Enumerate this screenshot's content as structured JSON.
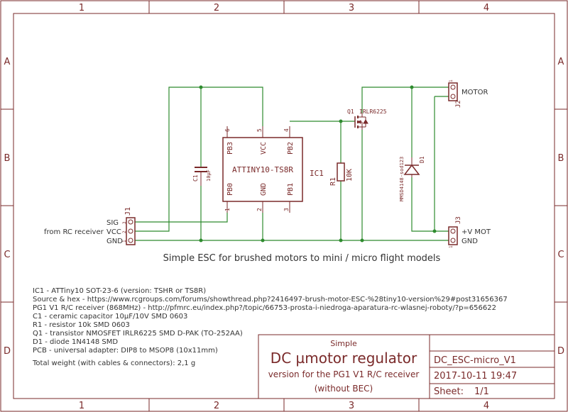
{
  "frame": {
    "columns": [
      "1",
      "2",
      "3",
      "4"
    ],
    "rows": [
      "A",
      "B",
      "C",
      "D"
    ]
  },
  "colors": {
    "frame": "#7a2a2a",
    "wire": "#2e8b2e",
    "text": "#333333"
  },
  "ic": {
    "designator": "IC1",
    "part": "ATTINY10-TS8R",
    "pin_labels": [
      "PB3",
      "VCC",
      "PB2",
      "PB0",
      "GND",
      "PB1"
    ],
    "pin_numbers": [
      "6",
      "5",
      "4",
      "1",
      "2",
      "3"
    ]
  },
  "capacitor": {
    "designator": "C1",
    "value": "10µF"
  },
  "resistor": {
    "designator": "R1",
    "value": "10K"
  },
  "mosfet": {
    "designator": "Q1",
    "part": "IRLR6225"
  },
  "diode": {
    "designator": "D1",
    "part": "MMSD4148-sod123"
  },
  "j1": {
    "designator": "J1",
    "signals": [
      "SIG",
      "VCC",
      "GND"
    ],
    "pin_numbers": [
      "3",
      "2",
      "1"
    ],
    "source_label": "from RC receiver"
  },
  "j2": {
    "designator": "J2",
    "label": "MOTOR",
    "pin_numbers": [
      "1",
      "2"
    ]
  },
  "j3": {
    "designator": "J3",
    "labels": [
      "+V MOT",
      "GND"
    ],
    "pin_numbers": [
      "2",
      "1"
    ]
  },
  "caption": "Simple ESC for brushed motors to mini / micro flight models",
  "notes": [
    "IC1 - ATTiny10 SOT-23-6 (version: TSHR or TS8R)",
    "Source & hex - https://www.rcgroups.com/forums/showthread.php?2416497-brush-motor-ESC-%28tiny10-version%29#post31656367",
    "PG1 V1 R/C receiver (868MHz) - http://pfmrc.eu/index.php?/topic/66753-prosta-i-niedroga-aparatura-rc-wlasnej-roboty/?p=656622",
    "C1 - ceramic capacitor 10µF/10V SMD 0603",
    "R1 - resistor 10k SMD 0603",
    "Q1 - transistor NMOSFET IRLR6225 SMD D-PAK (TO-252AA)",
    "D1 - diode 1N4148 SMD",
    "PCB - universal adapter: DIP8 to MSOP8 (10x11mm)"
  ],
  "weight_note": "Total weight (with cables & connectors): 2,1 g",
  "title_block": {
    "subtitle_top": "Simple",
    "title": "DC  µmotor regulator",
    "line2": "version for the PG1 V1 R/C receiver",
    "line3": "(without BEC)",
    "filename": "DC_ESC-micro_V1",
    "date": "2017-10-11 19:47",
    "sheet_label": "Sheet:",
    "sheet_value": "1/1"
  }
}
